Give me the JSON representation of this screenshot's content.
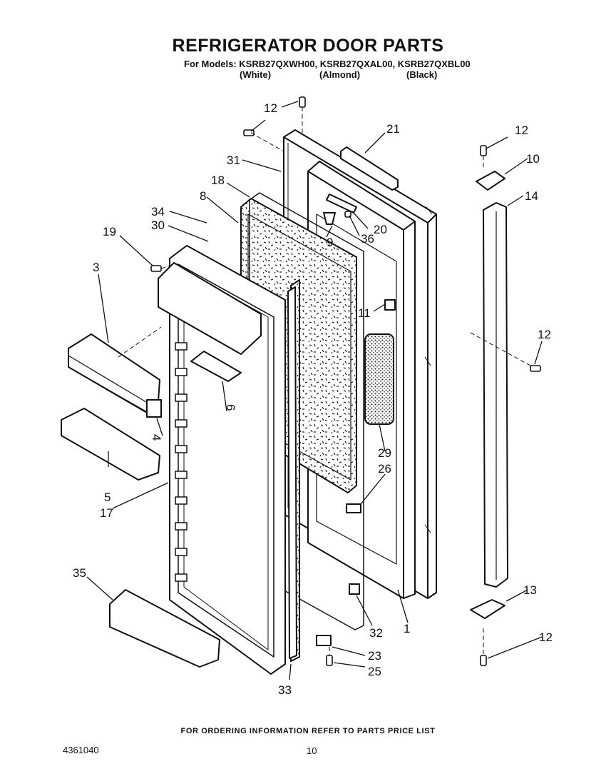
{
  "header": {
    "title": "REFRIGERATOR DOOR PARTS",
    "models_line": "For Models: KSRB27QXWH00, KSRB27QXAL00, KSRB27QXBL00",
    "colors": [
      "(White)",
      "(Almond)",
      "(Black)"
    ]
  },
  "callouts": [
    "12",
    "21",
    "31",
    "18",
    "8",
    "34",
    "30",
    "19",
    "3",
    "20",
    "36",
    "9",
    "10",
    "14",
    "11",
    "12",
    "6",
    "4",
    "29",
    "26",
    "5",
    "17",
    "35",
    "13",
    "12",
    "32",
    "1",
    "23",
    "25",
    "33",
    "12"
  ],
  "footer": {
    "note": "FOR ORDERING INFORMATION REFER TO PARTS PRICE LIST",
    "doc_number": "4361040",
    "page_number": "10"
  }
}
